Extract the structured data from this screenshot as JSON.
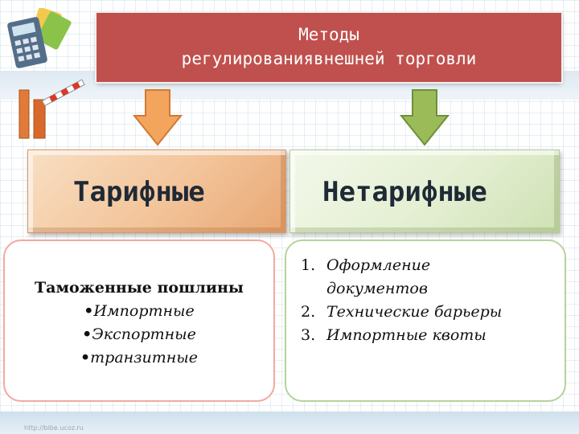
{
  "title": {
    "line1": "Методы",
    "line2": "регулированиявнешней торговли"
  },
  "categories": {
    "left": "Тарифные",
    "right": "Нетарифные"
  },
  "left_details": {
    "heading": "Таможенные пошлины",
    "bullet": "•",
    "items": [
      "Импортные",
      "Экспортные",
      "транзитные"
    ]
  },
  "right_details": {
    "items": [
      {
        "num": "1.",
        "lines": [
          "Оформление",
          "документов"
        ]
      },
      {
        "num": "2.",
        "lines": [
          "Технические барьеры"
        ]
      },
      {
        "num": "3.",
        "lines": [
          "Импортные квоты"
        ]
      }
    ]
  },
  "footer_url": "http://bibe.ucoz.ru",
  "icons": [
    "calculator-icon",
    "barrier-gate-icon",
    "arrow-down-icon"
  ],
  "colors": {
    "title_bg": "#c0504d",
    "left_arrow": "#f3a55e",
    "right_arrow": "#9bbb59",
    "left_box": "#f3c49a",
    "right_box": "#e4efd2",
    "left_border": "#f2a9a0",
    "right_border": "#b6d39a"
  }
}
